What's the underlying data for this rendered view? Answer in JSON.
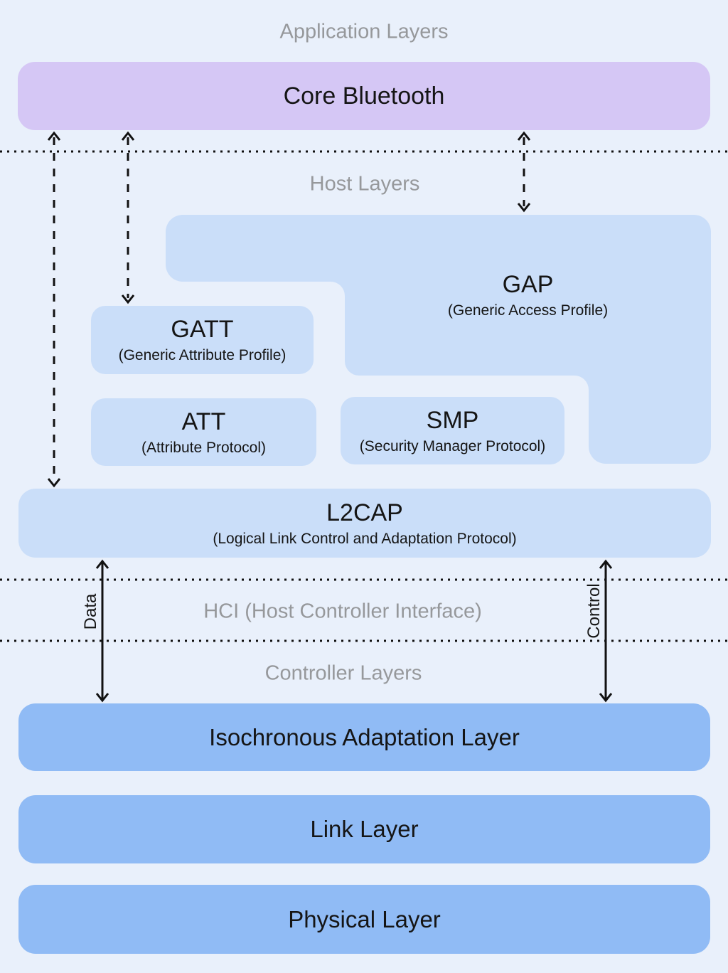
{
  "diagram": {
    "title": "Bluetooth stack layers diagram",
    "colors": {
      "background": "#e9f0fb",
      "application_box": "#d5c7f5",
      "host_box": "#cadef9",
      "controller_box": "#90bbf5",
      "section_label": "#96989b",
      "text": "#151515",
      "line": "#111111"
    },
    "sections": {
      "application": "Application Layers",
      "host": "Host Layers",
      "hci": "HCI (Host Controller Interface)",
      "controller": "Controller Layers"
    },
    "boxes": {
      "core_bluetooth": {
        "title": "Core Bluetooth"
      },
      "gap": {
        "title": "GAP",
        "subtitle": "(Generic Access Profile)"
      },
      "gatt": {
        "title": "GATT",
        "subtitle": "(Generic Attribute Profile)"
      },
      "att": {
        "title": "ATT",
        "subtitle": "(Attribute Protocol)"
      },
      "smp": {
        "title": "SMP",
        "subtitle": "(Security Manager Protocol)"
      },
      "l2cap": {
        "title": "L2CAP",
        "subtitle": "(Logical Link Control and Adaptation Protocol)"
      },
      "isochronous_adaptation_layer": {
        "title": "Isochronous Adaptation Layer"
      },
      "link_layer": {
        "title": "Link Layer"
      },
      "physical_layer": {
        "title": "Physical Layer"
      }
    },
    "hci_channel_labels": {
      "data": "Data",
      "control": "Control"
    }
  }
}
